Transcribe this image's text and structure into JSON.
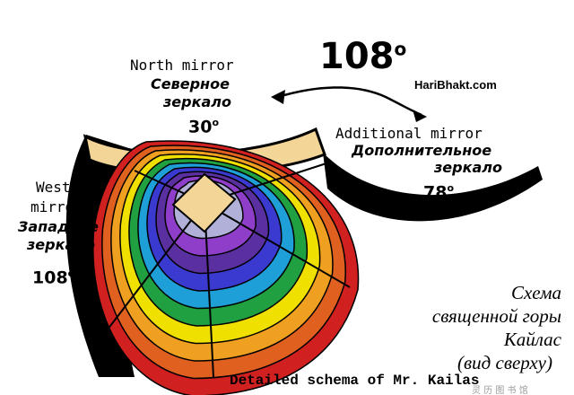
{
  "big_angle": "108",
  "big_angle_sup": "o",
  "watermark_site": "HariBhakt.com",
  "north_mirror": {
    "en": "North mirror",
    "ru1": "Северное",
    "ru2": "зеркало",
    "angle": "30",
    "sup": "o"
  },
  "additional_mirror": {
    "en": "Additional mirror",
    "ru1": "Дополнительное",
    "ru2": "зеркало",
    "angle": "78",
    "sup": "o"
  },
  "west_mirror": {
    "en1": "West",
    "en2": "mirror",
    "ru1": "Западное",
    "ru2": "зеркало",
    "angle": "108",
    "sup": "o"
  },
  "schema_title": [
    "Схема",
    "священной горы",
    "Кайлас",
    "(вид сверху)"
  ],
  "caption": "Detailed schema of Mr. Kailas",
  "corner_watermark": "灵 历 图 书 馆",
  "colors": {
    "bands": [
      "#b0b0d8",
      "#8e3ec8",
      "#5a2fa0",
      "#3a3ad0",
      "#1f9fd8",
      "#20a040",
      "#f0e000",
      "#f0a020",
      "#e06020",
      "#d02020"
    ],
    "mirror_fill": "#f3d597",
    "mirror_edge": "#000000"
  }
}
